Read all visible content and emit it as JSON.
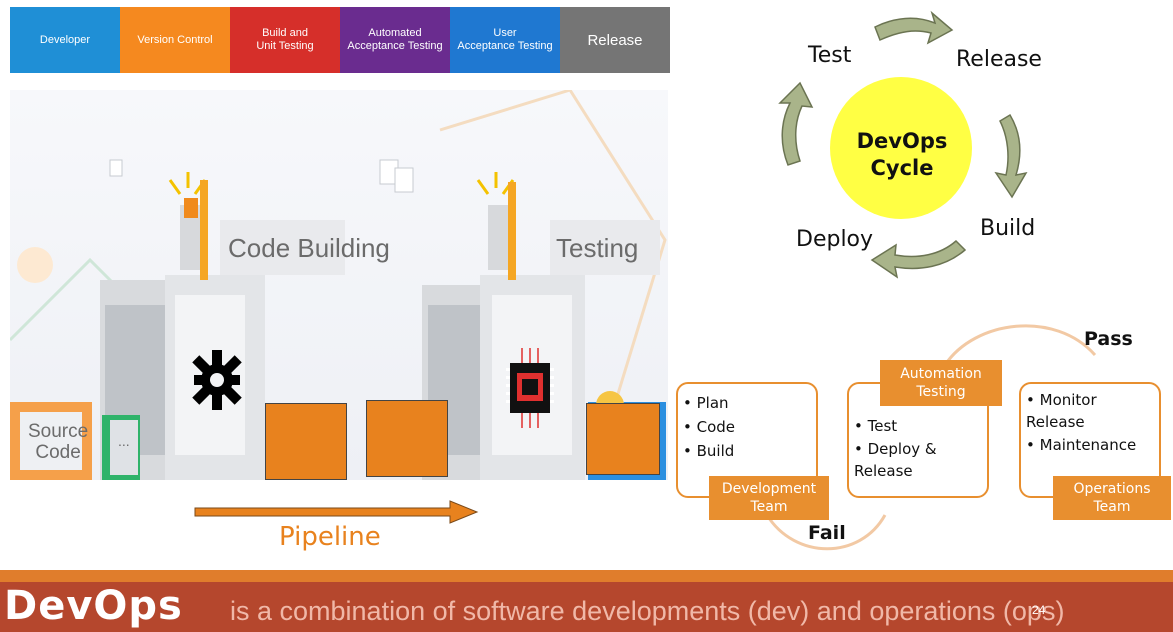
{
  "stages": [
    {
      "label": "Developer",
      "color": "#1f8fd6"
    },
    {
      "label": "Version Control",
      "color": "#f5891f"
    },
    {
      "label": "Build and\nUnit Testing",
      "color": "#d62f2a"
    },
    {
      "label": "Automated\nAcceptance Testing",
      "color": "#6a2c8f"
    },
    {
      "label": "User\nAcceptance Testing",
      "color": "#1f78d1"
    },
    {
      "label": "Release",
      "color": "#757575"
    }
  ],
  "illustration": {
    "code_building": "Code Building",
    "testing": "Testing",
    "source_code": "Source\nCode",
    "dots": "...",
    "pipeline_label": "Pipeline",
    "accent": "#e8821e"
  },
  "cycle": {
    "center": "DevOps\nCycle",
    "steps": [
      "Test",
      "Release",
      "Build",
      "Deploy"
    ],
    "center_color": "#ffff44"
  },
  "flow": {
    "dev_items": [
      "Plan",
      "Code",
      "Build"
    ],
    "dev_team": "Development\nTeam",
    "test_tag": "Automation\nTesting",
    "test_items": [
      "Test",
      "Deploy &\nRelease"
    ],
    "ops_items": [
      "Monitor\nRelease",
      "Maintenance"
    ],
    "ops_team": "Operations\nTeam",
    "pass": "Pass",
    "fail": "Fail"
  },
  "footer": {
    "brand": "DevOps",
    "tagline": "is a combination of software developments (dev) and operations (ops)",
    "page_number": "24"
  }
}
